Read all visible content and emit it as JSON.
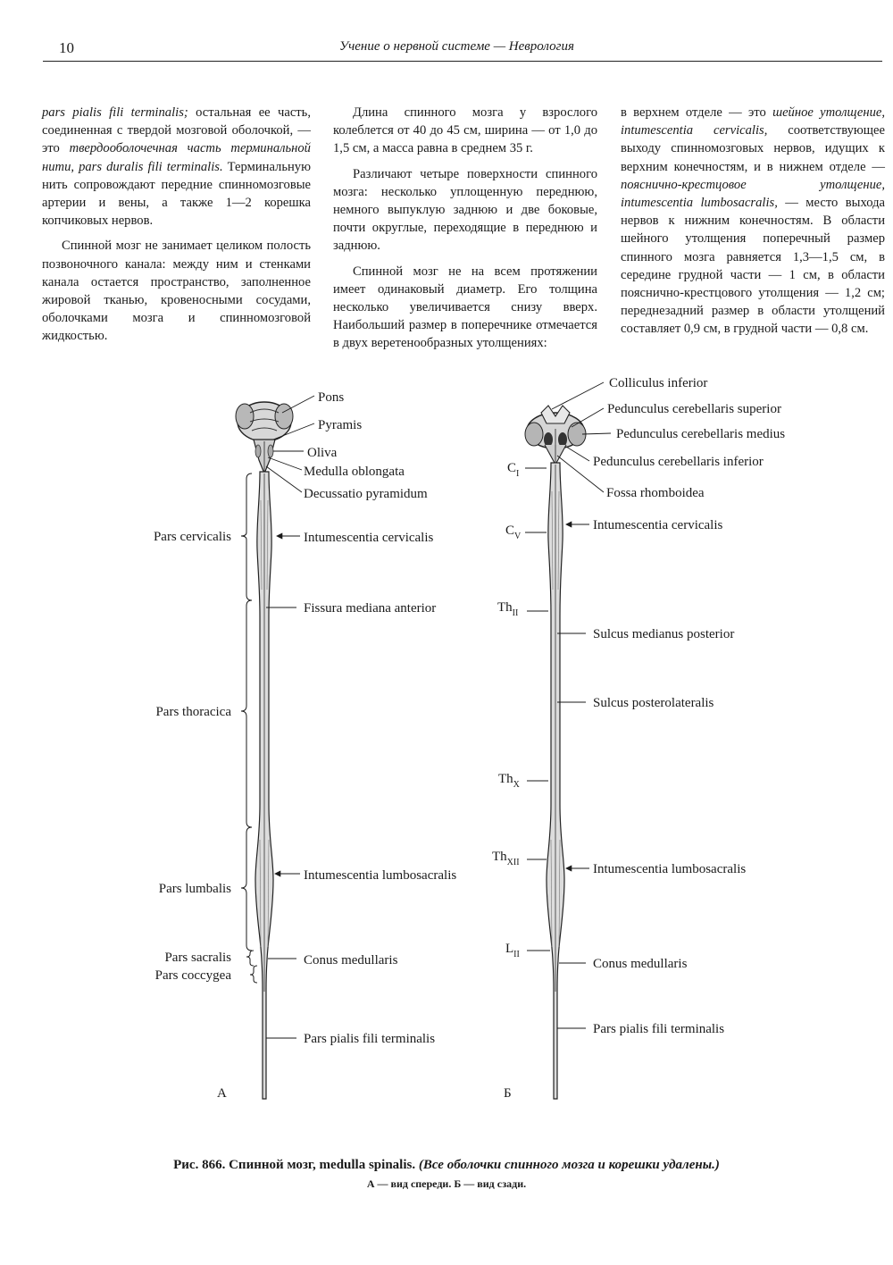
{
  "header": {
    "page_number": "10",
    "running_title": "Учение о нервной системе — Неврология"
  },
  "columns": {
    "col1": {
      "p1_italic1": "pars pialis fili terminalis;",
      "p1_text1": " остальная ее часть, соединенная с твердой мозговой оболочкой, — это ",
      "p1_italic2": "твердооболочечная часть терминальной нити, pars duralis fili terminalis.",
      "p1_text2": " Терминальную нить сопровождают передние спинномозговые артерии и вены, а также 1—2 корешка копчиковых нервов.",
      "p2": "Спинной мозг не занимает целиком полость позвоночного канала: между ним и стенками канала остается пространство, заполненное жировой тканью, кровеносными сосудами, оболочками мозга и спинномозговой жидкостью."
    },
    "col2": {
      "p1": "Длина спинного мозга у взрослого колеблется от 40 до 45 см, ширина — от 1,0 до 1,5 см, а масса равна в среднем 35 г.",
      "p2": "Различают четыре поверхности спинного мозга: несколько уплощенную переднюю, немного выпуклую заднюю и две боковые, почти округлые, переходящие в переднюю и заднюю.",
      "p3": "Спинной мозг не на всем протяжении имеет одинаковый диаметр. Его толщина несколько увеличивается снизу вверх. Наибольший размер в поперечнике отмечается в двух веретенообразных утолщениях:"
    },
    "col3": {
      "t1": "в верхнем отделе — это ",
      "i1": "шейное утолщение, intumescentia cervicalis,",
      "t2": " соответствующее выходу спинномозговых нервов, идущих к верхним конечностям, и в нижнем отделе — ",
      "i2": "пояснично-крестцовое утолщение, intumescentia lumbosacralis,",
      "t3": " — место выхода нервов к нижним конечностям. В области шейного утолщения поперечный размер спинного мозга равняется 1,3—1,5 см, в середине грудной части — 1 см, в области пояснично-крестцового утолщения — 1,2 см; переднезадний размер в области утолщений составляет 0,9 см, в грудной части — 0,8 см."
    }
  },
  "figure_a": {
    "panel_letter": "А",
    "right_labels": {
      "pons": "Pons",
      "pyramis": "Pyramis",
      "oliva": "Oliva",
      "medulla": "Medulla oblongata",
      "decussatio": "Decussatio pyramidum",
      "intumescentia_cervicalis": "Intumescentia cervicalis",
      "fissura": "Fissura mediana anterior",
      "intumescentia_lumbosacralis": "Intumescentia lumbosacralis",
      "conus": "Conus medullaris",
      "pars_pialis": "Pars pialis fili terminalis"
    },
    "left_labels": {
      "cervicalis": "Pars cervicalis",
      "thoracica": "Pars thoracica",
      "lumbalis": "Pars lumbalis",
      "sacralis": "Pars sacralis",
      "coccygea": "Pars coccygea"
    }
  },
  "figure_b": {
    "panel_letter": "Б",
    "right_labels": {
      "colliculus": "Colliculus inferior",
      "ped_sup": "Pedunculus cerebellaris superior",
      "ped_med": "Pedunculus cerebellaris medius",
      "ped_inf": "Pedunculus cerebellaris inferior",
      "fossa": "Fossa rhomboidea",
      "intumescentia_cervicalis": "Intumescentia cervicalis",
      "sulcus_medianus": "Sulcus medianus posterior",
      "sulcus_postero": "Sulcus posterolateralis",
      "intumescentia_lumbosacralis": "Intumescentia lumbosacralis",
      "conus": "Conus medullaris",
      "pars_pialis": "Pars pialis fili terminalis"
    },
    "segments": {
      "c1_base": "C",
      "c1_sub": "I",
      "c5_base": "C",
      "c5_sub": "V",
      "th2_base": "Th",
      "th2_sub": "II",
      "th10_base": "Th",
      "th10_sub": "X",
      "th12_base": "Th",
      "th12_sub": "XII",
      "l2_base": "L",
      "l2_sub": "II"
    }
  },
  "caption": {
    "main": "Рис. 866. Спинной мозг, medulla spinalis.",
    "italic": "(Все оболочки спинного мозга и корешки удалены.)",
    "sub": "А — вид спереди. Б — вид сзади."
  }
}
